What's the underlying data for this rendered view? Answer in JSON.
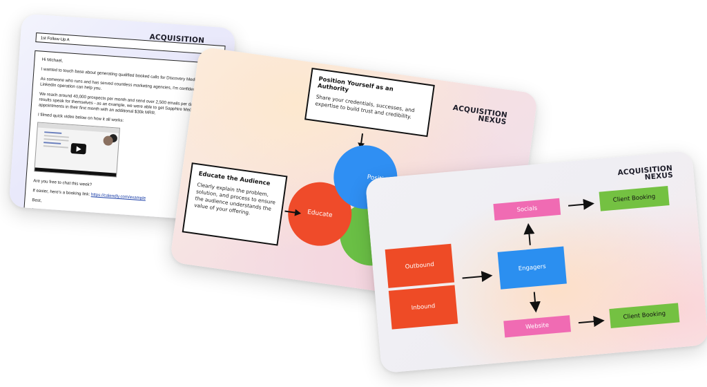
{
  "brand": {
    "line1": "ACQUISITION",
    "line2": "NEXUS"
  },
  "email": {
    "subject": "1st Follow-Up A",
    "greeting": "Hi Michael,",
    "p1": "I wanted to touch base about generating qualified booked calls for Discovery Media.",
    "p2": "As someone who runs and has served countless marketing agencies, I'm confident that our LinkedIn operation can help you.",
    "p3": "We reach around 40,000 prospects per month and send over 2,500 emails per day and the results speak for themselves - as an example, we were able to get Sapphire Media 18 appointments in their first month with an additional $30k MRR.",
    "p4": "I filmed quick video below on how it all works:",
    "p5": "Are you free to chat this week?",
    "p6_prefix": "If easier, here's a booking link: ",
    "link": "https://calendly.com/example",
    "signoff": "Best,",
    "name": "Aron"
  },
  "authority": {
    "position_title": "Position Yourself as an Authority",
    "position_text": "Share your credentials, successes, and expertise to build trust and credibility.",
    "educate_title": "Educate the Audience",
    "educate_text": "Clearly explain the problem, solution, and process to ensure the audience understands the value of your offering.",
    "circle_position": "Positio",
    "circle_educate": "Educate",
    "colors": {
      "position": "#2f8ff3",
      "educate": "#ef4b2a",
      "green": "#6abf45"
    }
  },
  "flow": {
    "outbound": "Outbound",
    "inbound": "Inbound",
    "engagers": "Engagers",
    "socials": "Socials",
    "website": "Website",
    "booking_top": "Client Booking",
    "booking_bottom": "Client Booking",
    "colors": {
      "outbound": "#ee4b26",
      "engagers": "#2b8ff0",
      "socials": "#f06bb3",
      "booking": "#74c142"
    }
  }
}
